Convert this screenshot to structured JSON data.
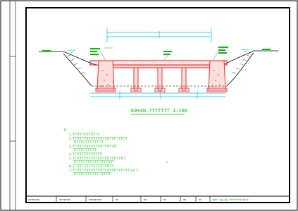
{
  "drawing": {
    "section_title": "K0+40.7ТТТТТТ 1:100",
    "notes_title": "ТТ",
    "notes": [
      "1.ТТТТТТТТТТТТТТТ",
      "2.ТТТТТТТТТТТТТТТТТТТТТТТТТТТТТТТ",
      "ТТТТТТТТТТТТТТТТТ",
      "3.ТТТТТТТТТТТТТТТТТТТТТТТТТ",
      "ТТТТТТТТТТТТТ",
      "4.ТТТТТТТТТТТТТТТТТ",
      "5.ТТТТТТТТТТТТТТТТТТТТТТТТТТТТТТ",
      "ТТТТТТТТТТТТТТТТТТТТТТТ",
      "6.ТТТТТТТТТТТТТТТТТТТТТТТ",
      "7.ТТТТТТТТТТТТТТТТТТТТТТТТТТТТТТТТ/m3 T",
      "ТТТТТТТТТТТТТТТТТТТТТ"
    ],
    "note_tail_mark": ">"
  },
  "title_block": {
    "cells": [
      "ТТТТТТТТ",
      "ТТТТТТТТ",
      "ТТТТТТТТТ",
      "ТТ",
      "ТТ",
      "ТТ",
      "ТТ",
      "ТТ"
    ],
    "drawing_title": "ТТТТ  K0+40.7ТТТТТТТТТТТТ"
  },
  "colors": {
    "frame": "#000000",
    "structure": "#ff2d2d",
    "dimension": "#00c8d4",
    "annotation": "#00c000",
    "title_text": "#00b000",
    "earth": "#8a5a2b"
  }
}
